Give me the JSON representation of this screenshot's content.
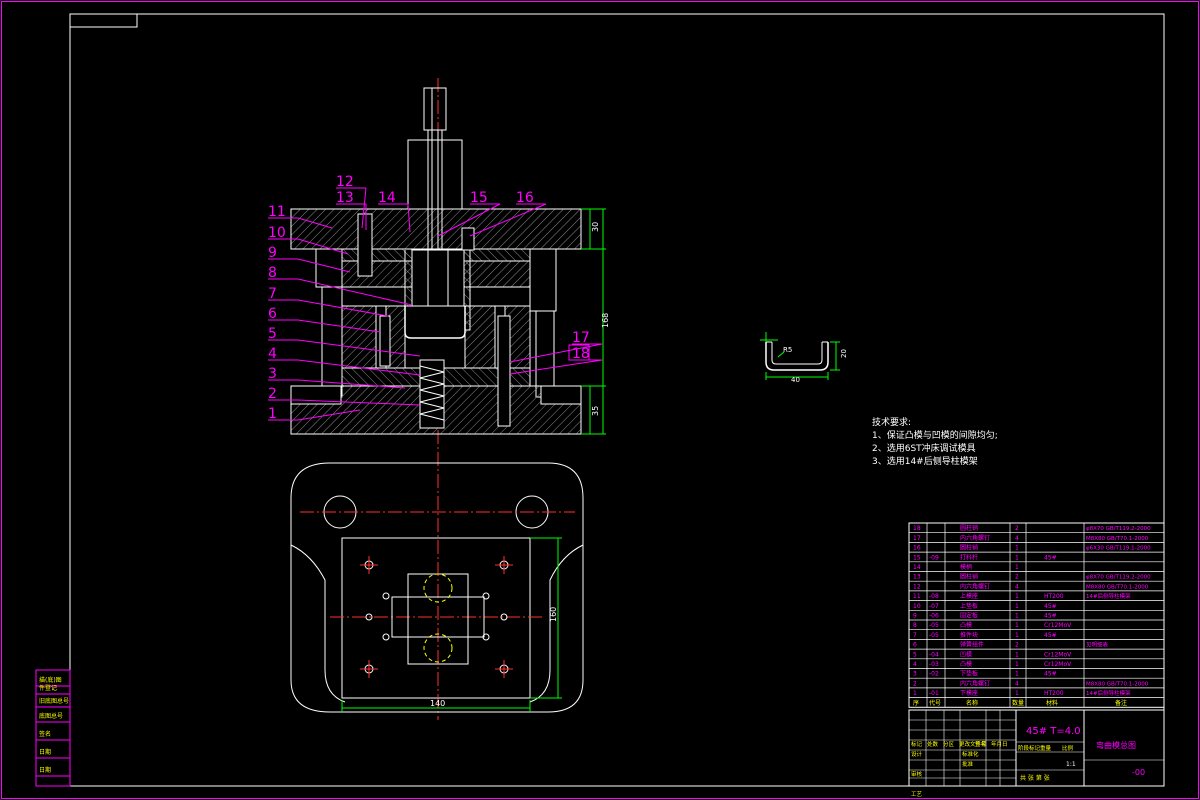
{
  "colors": {
    "background": "#000000",
    "frame": "#ff00ff",
    "outline": "#ffffff",
    "hatch": "#a0a0a0",
    "center": "#ff3030",
    "dimension": "#00ff00",
    "leader": "#ff00ff",
    "yellow": "#ffff00",
    "text": "#ffffff"
  },
  "part_numbers": [
    "1",
    "2",
    "3",
    "4",
    "5",
    "6",
    "7",
    "8",
    "9",
    "10",
    "11",
    "12",
    "13",
    "14",
    "15",
    "16",
    "17",
    "18"
  ],
  "dimensions": {
    "top_plate_thk": "30",
    "total_height": "168",
    "bottom_plate_thk": "35",
    "plan_width": "140",
    "plan_height": "160",
    "part_radius": "R5",
    "part_width": "40",
    "part_height": "20"
  },
  "tech_requirements": {
    "title": "技术要求:",
    "items": [
      "1、保证凸模与凹模的间隙均匀;",
      "2、选用6ST冲床调试模具",
      "3、选用14#后侧导柱模架"
    ]
  },
  "left_block": [
    "描(底)图",
    "件登记",
    "旧底图总号",
    "底图总号",
    "签名",
    "日期",
    "日期"
  ],
  "bom": [
    {
      "no": "18",
      "code": "",
      "name": "圆柱销",
      "qty": "2",
      "material": "",
      "note": "φ8X70 GB/T119.2-2000"
    },
    {
      "no": "17",
      "code": "",
      "name": "内六角螺钉",
      "qty": "4",
      "material": "",
      "note": "M8X80 GB/T70.1-2000"
    },
    {
      "no": "16",
      "code": "",
      "name": "圆柱销",
      "qty": "1",
      "material": "",
      "note": "φ6X30 GB/T119.1-2000"
    },
    {
      "no": "15",
      "code": "-09",
      "name": "打料杆",
      "qty": "1",
      "material": "45#",
      "note": ""
    },
    {
      "no": "14",
      "code": "",
      "name": "模柄",
      "qty": "1",
      "material": "",
      "note": ""
    },
    {
      "no": "13",
      "code": "",
      "name": "圆柱销",
      "qty": "2",
      "material": "",
      "note": "φ8X70 GB/T119.2-2000"
    },
    {
      "no": "12",
      "code": "",
      "name": "内六角螺钉",
      "qty": "4",
      "material": "",
      "note": "M8X80 GB/T70.1-2000"
    },
    {
      "no": "11",
      "code": "-08",
      "name": "上模座",
      "qty": "1",
      "material": "HT200",
      "note": "14#后侧导柱模架"
    },
    {
      "no": "10",
      "code": "-07",
      "name": "上垫板",
      "qty": "1",
      "material": "45#",
      "note": ""
    },
    {
      "no": "9",
      "code": "-06",
      "name": "固定板",
      "qty": "1",
      "material": "45#",
      "note": ""
    },
    {
      "no": "8",
      "code": "-05",
      "name": "凸模",
      "qty": "1",
      "material": "Cr12MoV",
      "note": ""
    },
    {
      "no": "7",
      "code": "-05",
      "name": "推件块",
      "qty": "1",
      "material": "45#",
      "note": ""
    },
    {
      "no": "6",
      "code": "",
      "name": "弹簧组件",
      "qty": "2",
      "material": "",
      "note": "见明细表"
    },
    {
      "no": "5",
      "code": "-04",
      "name": "凹模",
      "qty": "1",
      "material": "Cr12MoV",
      "note": ""
    },
    {
      "no": "4",
      "code": "-03",
      "name": "凸模",
      "qty": "1",
      "material": "Cr12MoV",
      "note": ""
    },
    {
      "no": "3",
      "code": "-02",
      "name": "下垫板",
      "qty": "1",
      "material": "45#",
      "note": ""
    },
    {
      "no": "2",
      "code": "",
      "name": "内六角螺钉",
      "qty": "4",
      "material": "",
      "note": "M8X80 GB/T70.1-2000"
    },
    {
      "no": "1",
      "code": "-01",
      "name": "下模座",
      "qty": "1",
      "material": "HT200",
      "note": "14#后侧导柱模架"
    }
  ],
  "bom_header": {
    "no": "序",
    "code": "代号",
    "name": "名称",
    "qty": "数量",
    "material": "材料",
    "note": "备注"
  },
  "title_block": {
    "material": "45#  T=4.0",
    "drawing_name": "弯曲模总图",
    "drawing_code": "-00",
    "row_labels": [
      "标记",
      "处数",
      "分区",
      "更改文件号",
      "签名",
      "年月日"
    ],
    "roles": [
      "设计",
      "审核",
      "工艺"
    ],
    "roles2": [
      "标准化",
      "批准"
    ],
    "stage_labels": [
      "阶段标记",
      "重量",
      "比例"
    ],
    "scale": "1:1",
    "sheets": "共 张  第 张"
  }
}
